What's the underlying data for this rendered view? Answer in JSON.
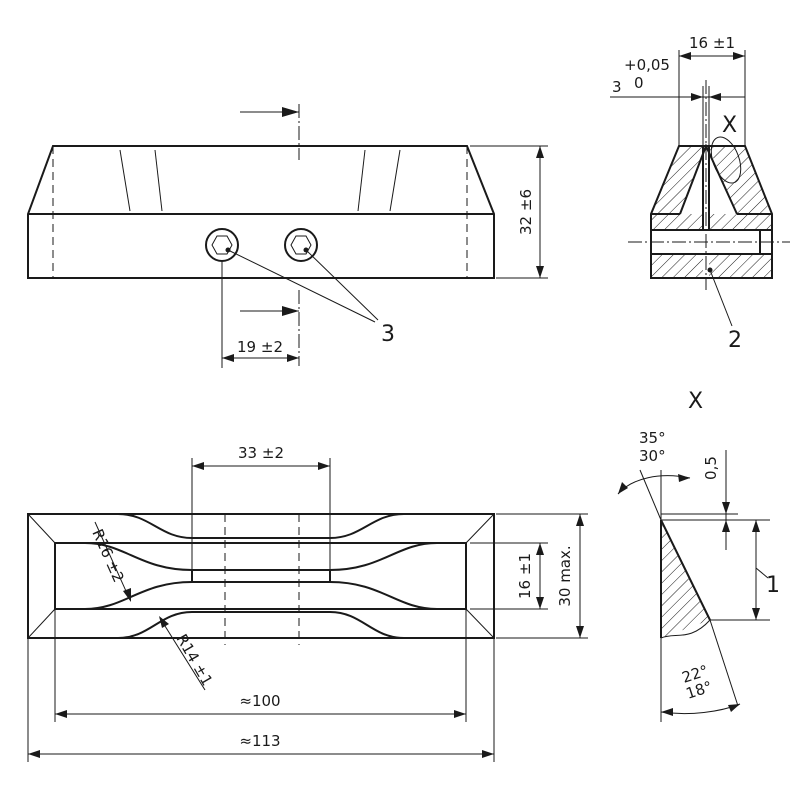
{
  "front_view": {
    "height_dim": "32 ±6",
    "hole_spacing_dim": "19 ±2",
    "item_3": "3"
  },
  "side_view": {
    "width_dim": "16 ±1",
    "slot_dim_main": "3",
    "slot_tol_upper": "+0,05",
    "slot_tol_lower": "0",
    "detail_ref": "X",
    "item_2": "2"
  },
  "top_view": {
    "slot_length_dim": "33 ±2",
    "slot_width_dim": "16 ±1",
    "overall_width_dim": "30 max.",
    "radius_upper": "R16 ±2",
    "radius_lower": "R14 ±1",
    "inner_length_dim": "≈100",
    "overall_length_dim": "≈113"
  },
  "detail_x": {
    "title": "X",
    "angle_top_upper": "35°",
    "angle_top_lower": "30°",
    "chamfer_dim": "0,5",
    "item_1": "1",
    "angle_bottom_upper": "22°",
    "angle_bottom_lower": "18°"
  }
}
